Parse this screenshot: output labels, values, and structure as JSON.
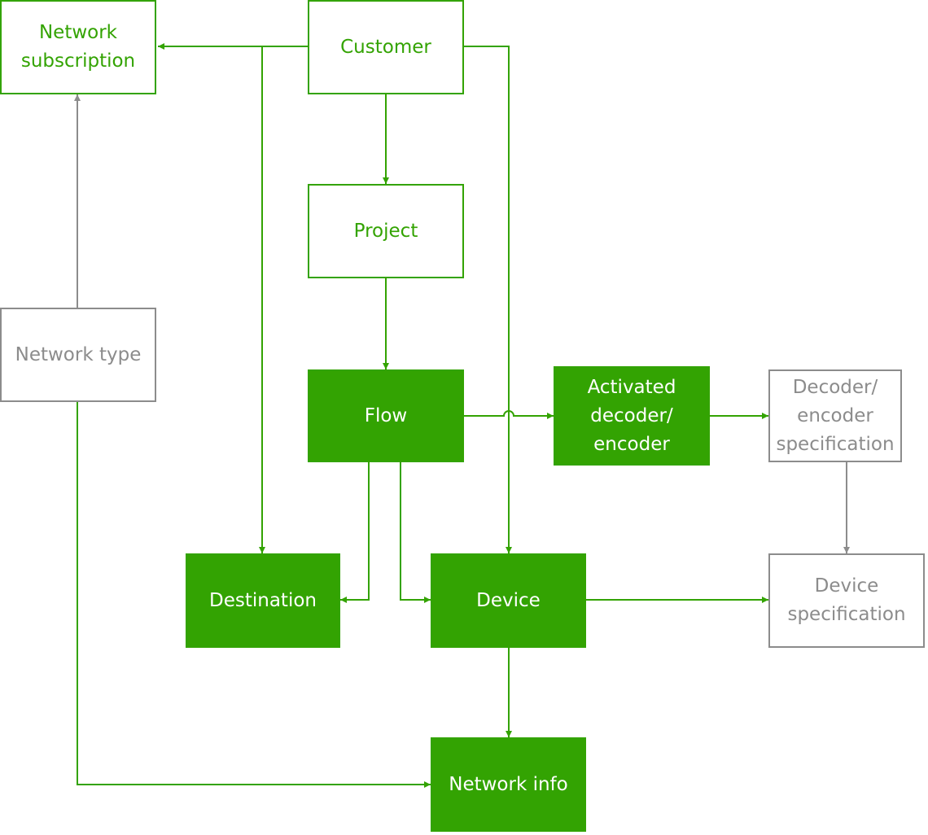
{
  "diagram": {
    "colors": {
      "accent": "#33a302",
      "muted": "#8c8c8c",
      "background": "#ffffff"
    },
    "nodes": {
      "network_subscription": {
        "label": "Network\nsubscription",
        "style": "outline-green"
      },
      "customer": {
        "label": "Customer",
        "style": "outline-green"
      },
      "project": {
        "label": "Project",
        "style": "outline-green"
      },
      "network_type": {
        "label": "Network type",
        "style": "outline-gray"
      },
      "flow": {
        "label": "Flow",
        "style": "filled-green"
      },
      "activated_decoder_encoder": {
        "label": "Activated\ndecoder/\nencoder",
        "style": "filled-green"
      },
      "decoder_encoder_specification": {
        "label": "Decoder/\nencoder\nspecification",
        "style": "outline-gray"
      },
      "destination": {
        "label": "Destination",
        "style": "filled-green"
      },
      "device": {
        "label": "Device",
        "style": "filled-green"
      },
      "device_specification": {
        "label": "Device\nspecification",
        "style": "outline-gray"
      },
      "network_info": {
        "label": "Network info",
        "style": "filled-green"
      }
    },
    "edges": [
      {
        "from": "customer",
        "to": "network_subscription",
        "color": "accent"
      },
      {
        "from": "customer",
        "to": "project",
        "color": "accent"
      },
      {
        "from": "customer",
        "to": "destination",
        "color": "accent"
      },
      {
        "from": "customer",
        "to": "device",
        "color": "accent"
      },
      {
        "from": "project",
        "to": "flow",
        "color": "accent"
      },
      {
        "from": "flow",
        "to": "activated_decoder_encoder",
        "color": "accent"
      },
      {
        "from": "flow",
        "to": "destination",
        "color": "accent"
      },
      {
        "from": "flow",
        "to": "device",
        "color": "accent"
      },
      {
        "from": "activated_decoder_encoder",
        "to": "decoder_encoder_specification",
        "color": "accent"
      },
      {
        "from": "decoder_encoder_specification",
        "to": "device_specification",
        "color": "muted"
      },
      {
        "from": "device",
        "to": "device_specification",
        "color": "accent"
      },
      {
        "from": "device",
        "to": "network_info",
        "color": "accent"
      },
      {
        "from": "network_type",
        "to": "network_subscription",
        "color": "muted"
      },
      {
        "from": "network_type",
        "to": "network_info",
        "color": "accent"
      }
    ]
  }
}
